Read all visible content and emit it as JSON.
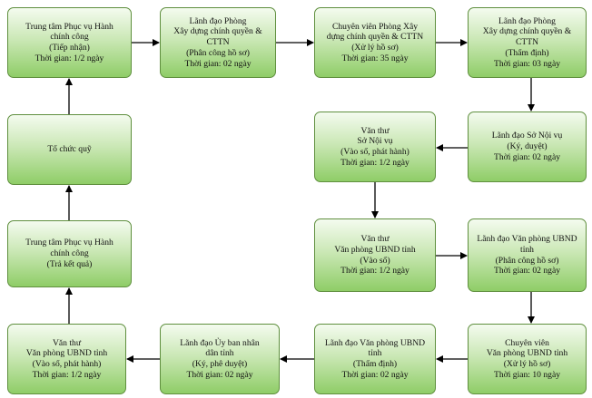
{
  "steps": {
    "s1": {
      "lines": [
        "Trung tâm Phục vụ Hành",
        "chính công",
        "(Tiếp nhận)",
        "Thời gian: 1/2 ngày"
      ]
    },
    "s2": {
      "lines": [
        "Lãnh đạo Phòng",
        "Xây dựng chính quyền &",
        "CTTN",
        "(Phân công hồ sơ)",
        "Thời gian: 02 ngày"
      ]
    },
    "s3": {
      "lines": [
        "Chuyên viên Phòng Xây",
        "dựng chính quyền & CTTN",
        "(Xử lý hồ sơ)",
        "Thời gian: 35 ngày"
      ]
    },
    "s4": {
      "lines": [
        "Lãnh đạo Phòng",
        "Xây dựng chính quyền &",
        "CTTN",
        "(Thẩm định)",
        "Thời gian: 03 ngày"
      ]
    },
    "s5": {
      "lines": [
        "Lãnh đạo Sở Nội vụ",
        "(Ký, duyệt)",
        "Thời gian: 02 ngày"
      ]
    },
    "s6": {
      "lines": [
        "Văn thư",
        "Sở Nội vụ",
        "(Vào sổ, phát hành)",
        "Thời gian: 1/2 ngày"
      ]
    },
    "s7": {
      "lines": [
        "Văn thư",
        "Văn phòng UBND tỉnh",
        "(Vào sổ)",
        "Thời gian: 1/2 ngày"
      ]
    },
    "s8": {
      "lines": [
        "Lãnh đạo Văn phòng UBND",
        "tỉnh",
        "(Phân công hồ sơ)",
        "Thời gian: 02 ngày"
      ]
    },
    "s9": {
      "lines": [
        "Chuyên viên",
        "Văn phòng UBND tỉnh",
        "(Xử lý hồ sơ)",
        "Thời gian: 10 ngày"
      ]
    },
    "s10": {
      "lines": [
        "Lãnh đạo Văn phòng UBND",
        "tỉnh",
        "(Thẩm định)",
        "Thời gian: 02 ngày"
      ]
    },
    "s11": {
      "lines": [
        "Lãnh đạo Ủy ban nhân",
        "dân tỉnh",
        "(Ký, phê duyệt)",
        "Thời gian: 02 ngày"
      ]
    },
    "s12": {
      "lines": [
        "Văn thư",
        "Văn phòng UBND tỉnh",
        "(Vào sổ, phát hành)",
        "Thời gian: 1/2 ngày"
      ]
    },
    "s13": {
      "lines": [
        "Trung tâm Phục vụ Hành",
        "chính công",
        "(Trả kết quả)"
      ]
    },
    "s14": {
      "lines": [
        "Tổ chức quỹ"
      ]
    }
  },
  "colors": {
    "box_border": "#5f8f3e",
    "box_fill_top": "#f4fbef",
    "box_fill_bottom": "#8fcd67",
    "arrow": "#000000"
  }
}
